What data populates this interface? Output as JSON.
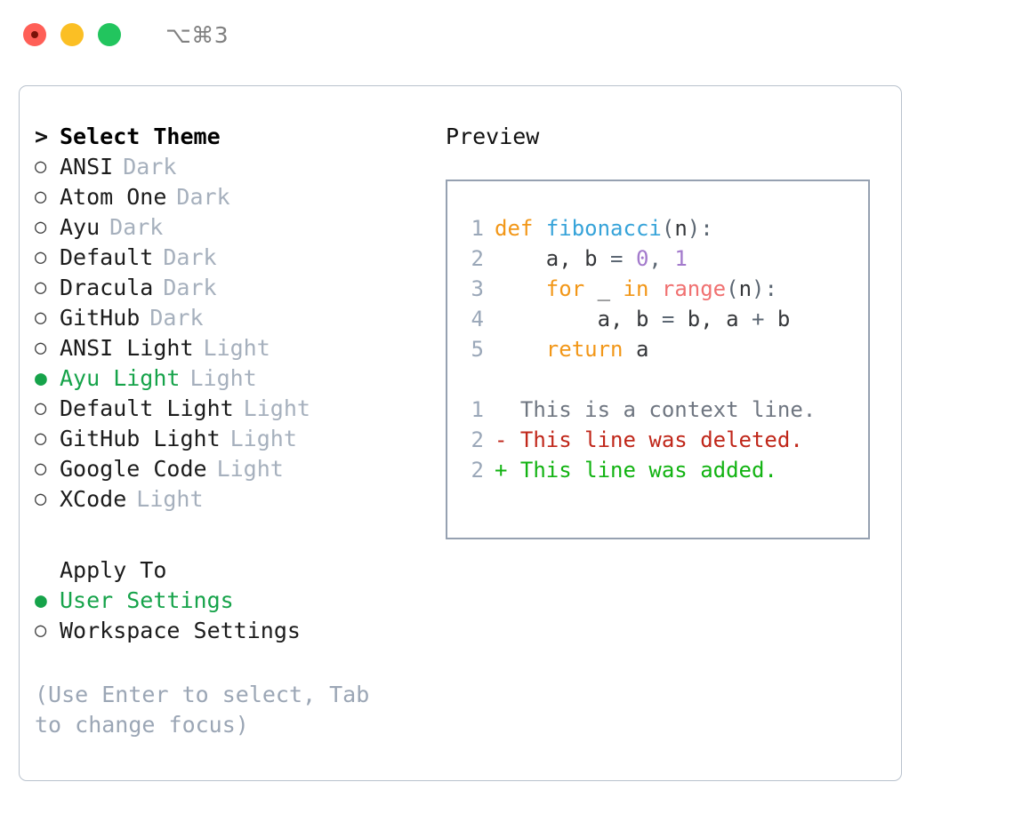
{
  "titlebar": {
    "shortcut": "⌥⌘3",
    "lights": [
      {
        "name": "close",
        "color": "#ff5f57"
      },
      {
        "name": "minimize",
        "color": "#fbbf24"
      },
      {
        "name": "maximize",
        "color": "#22c55e"
      }
    ]
  },
  "theme_picker": {
    "header_marker": ">",
    "header": "Select Theme",
    "selected_marker": "●",
    "unselected_marker": "○",
    "selected_color": "#16a34a",
    "items": [
      {
        "name": "ANSI",
        "variant": "Dark",
        "selected": false
      },
      {
        "name": "Atom One",
        "variant": "Dark",
        "selected": false
      },
      {
        "name": "Ayu",
        "variant": "Dark",
        "selected": false
      },
      {
        "name": "Default",
        "variant": "Dark",
        "selected": false
      },
      {
        "name": "Dracula",
        "variant": "Dark",
        "selected": false
      },
      {
        "name": "GitHub",
        "variant": "Dark",
        "selected": false
      },
      {
        "name": "ANSI Light",
        "variant": "Light",
        "selected": false
      },
      {
        "name": "Ayu Light",
        "variant": "Light",
        "selected": true
      },
      {
        "name": "Default Light",
        "variant": "Light",
        "selected": false
      },
      {
        "name": "GitHub Light",
        "variant": "Light",
        "selected": false
      },
      {
        "name": "Google Code",
        "variant": "Light",
        "selected": false
      },
      {
        "name": "XCode",
        "variant": "Light",
        "selected": false
      }
    ]
  },
  "apply_to": {
    "header": "Apply To",
    "options": [
      {
        "label": "User Settings",
        "selected": true
      },
      {
        "label": "Workspace Settings",
        "selected": false
      }
    ]
  },
  "hint": "(Use Enter to select, Tab to change focus)",
  "preview": {
    "title": "Preview",
    "code_lines": [
      {
        "ln": "1",
        "tokens": [
          {
            "t": "def",
            "c": "kw"
          },
          {
            "t": " ",
            "c": "id"
          },
          {
            "t": "fibonacci",
            "c": "fn"
          },
          {
            "t": "(",
            "c": "punct"
          },
          {
            "t": "n",
            "c": "id"
          },
          {
            "t": "):",
            "c": "punct"
          }
        ]
      },
      {
        "ln": "2",
        "tokens": [
          {
            "t": "    a, b ",
            "c": "id"
          },
          {
            "t": "= ",
            "c": "punct"
          },
          {
            "t": "0",
            "c": "num"
          },
          {
            "t": ", ",
            "c": "punct"
          },
          {
            "t": "1",
            "c": "num"
          }
        ]
      },
      {
        "ln": "3",
        "tokens": [
          {
            "t": "    ",
            "c": "id"
          },
          {
            "t": "for",
            "c": "kw"
          },
          {
            "t": " _ ",
            "c": "id"
          },
          {
            "t": "in",
            "c": "kw"
          },
          {
            "t": " ",
            "c": "id"
          },
          {
            "t": "range",
            "c": "bi"
          },
          {
            "t": "(",
            "c": "punct"
          },
          {
            "t": "n",
            "c": "id"
          },
          {
            "t": "):",
            "c": "punct"
          }
        ]
      },
      {
        "ln": "4",
        "tokens": [
          {
            "t": "        a, b ",
            "c": "id"
          },
          {
            "t": "= ",
            "c": "punct"
          },
          {
            "t": "b, a ",
            "c": "id"
          },
          {
            "t": "+ ",
            "c": "punct"
          },
          {
            "t": "b",
            "c": "id"
          }
        ]
      },
      {
        "ln": "5",
        "tokens": [
          {
            "t": "    ",
            "c": "id"
          },
          {
            "t": "return",
            "c": "kw"
          },
          {
            "t": " a",
            "c": "id"
          }
        ]
      }
    ],
    "diff_lines": [
      {
        "ln": "1",
        "sign": " ",
        "text": "This is a context line.",
        "kind": "ctx"
      },
      {
        "ln": "2",
        "sign": "-",
        "text": "This line was deleted.",
        "kind": "del"
      },
      {
        "ln": "2",
        "sign": "+",
        "text": "This line was added.",
        "kind": "add"
      }
    ]
  }
}
